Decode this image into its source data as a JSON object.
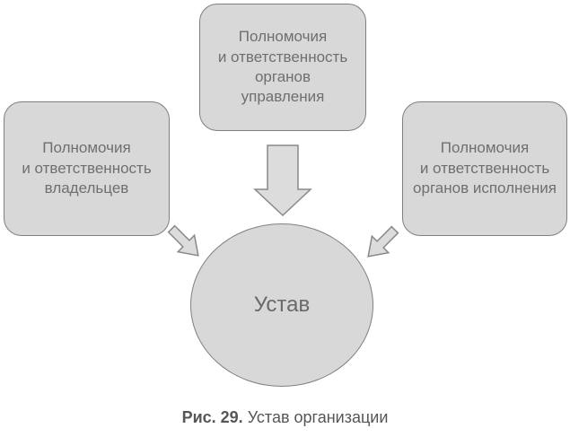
{
  "diagram": {
    "boxes": {
      "owners": {
        "label": "Полномочия\nи ответственность\nвладельцев"
      },
      "management": {
        "label": "Полномочия\nи ответственность\nорганов\nуправления"
      },
      "execution": {
        "label": "Полномочия\nи ответственность\nорганов исполнения"
      }
    },
    "center": {
      "label": "Устав"
    },
    "arrows": [
      {
        "name": "down-arrow",
        "direction": "down"
      },
      {
        "name": "down-right-arrow",
        "direction": "down-right"
      },
      {
        "name": "down-left-arrow",
        "direction": "down-left"
      }
    ],
    "colors": {
      "shape_fill": "#d8d8d8",
      "shape_border": "#7f7f7f",
      "arrow_fill": "#dcdcdc",
      "arrow_border": "#898989",
      "shape_text": "#6f6f6f",
      "caption_text": "#565656",
      "background": "#ffffff"
    }
  },
  "caption": {
    "prefix": "Рис. 29.",
    "text": "Устав организации"
  }
}
